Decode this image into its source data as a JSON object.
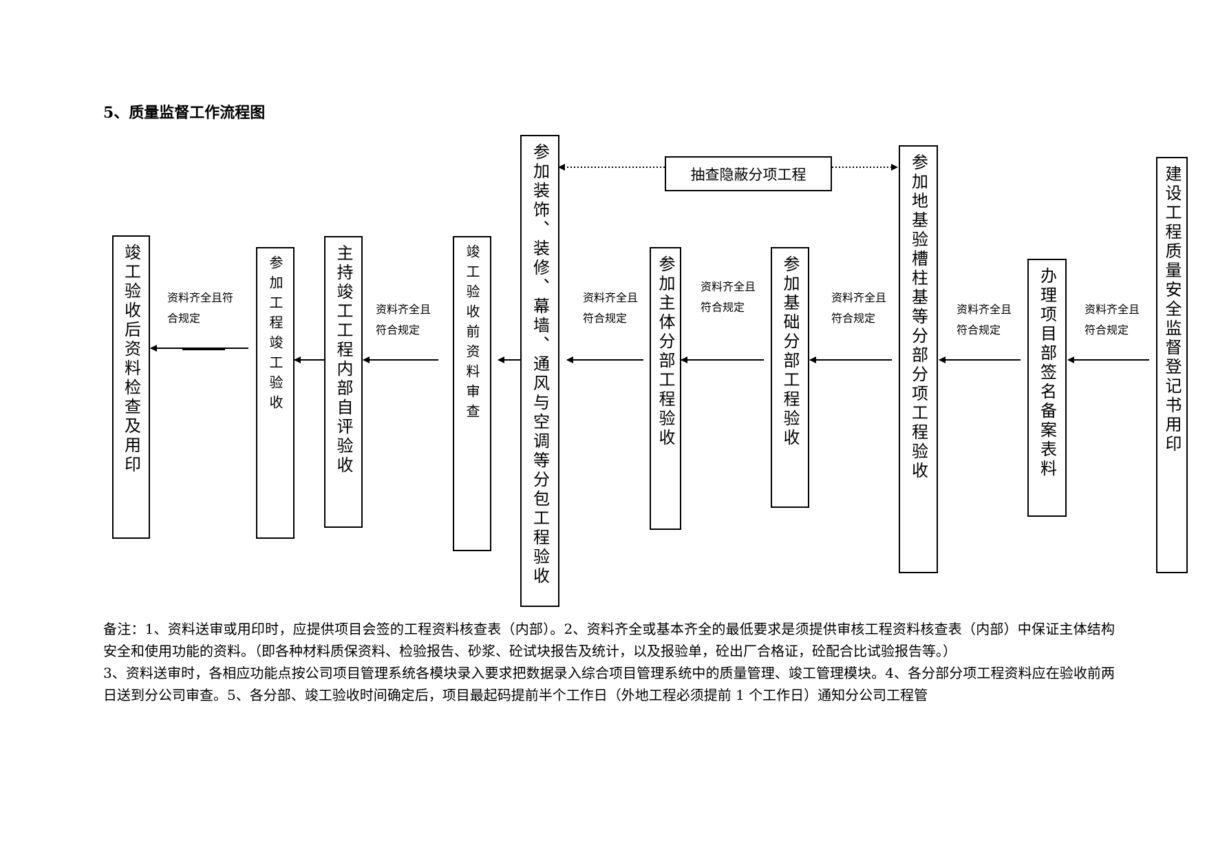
{
  "title": "5、质量监督工作流程图",
  "boxes": {
    "b1": "竣工验收后资料检查及用印",
    "b2": "参加工程竣工验收",
    "b3": "主持竣工工程内部自评验收",
    "b4": "竣工验收前资料审查",
    "b5": "参加装饰、装修、幕墙、通风与空调等分包工程验收",
    "b6": "参加主体分部工程验收",
    "b7": "参加基础分部工程验收",
    "b8": "参加地基验槽柱基等分部分项工程验收",
    "b9": "办理项目部签名备案表料",
    "b10": "建设工程质量安全监督登记书用印"
  },
  "spot_check": "抽查隐蔽分项工程",
  "edge_labels": {
    "e1": [
      "资料齐全且符",
      "合规定"
    ],
    "e3": [
      "资料齐全且",
      "符合规定"
    ],
    "e5": [
      "资料齐全且",
      "符合规定"
    ],
    "e6": [
      "资料齐全且",
      "符合规定"
    ],
    "e7": [
      "资料齐全且",
      "符合规定"
    ],
    "e8": [
      "资料齐全且",
      "符合规定"
    ],
    "e9": [
      "资料齐全且",
      "符合规定"
    ]
  },
  "notes": [
    "备注：1、资料送审或用印时，应提供项目会签的工程资料核查表（内部）。2、资料齐全或基本齐全的最低要求是须提供审核工程资料核查表（内部）中保证主体结构安全和使用功能的资料。（即各种材料质保资料、检验报告、砂浆、砼试块报告及统计，以及报验单，砼出厂合格证，砼配合比试验报告等。）",
    "3、资料送审时，各相应功能点按公司项目管理系统各模块录入要求把数据录入综合项目管理系统中的质量管理、竣工管理模块。4、各分部分项工程资料应在验收前两日送到分公司审查。5、各分部、竣工验收时间确定后，项目最起码提前半个工作日（外地工程必须提前 1 个工作日）通知分公司工程管"
  ]
}
